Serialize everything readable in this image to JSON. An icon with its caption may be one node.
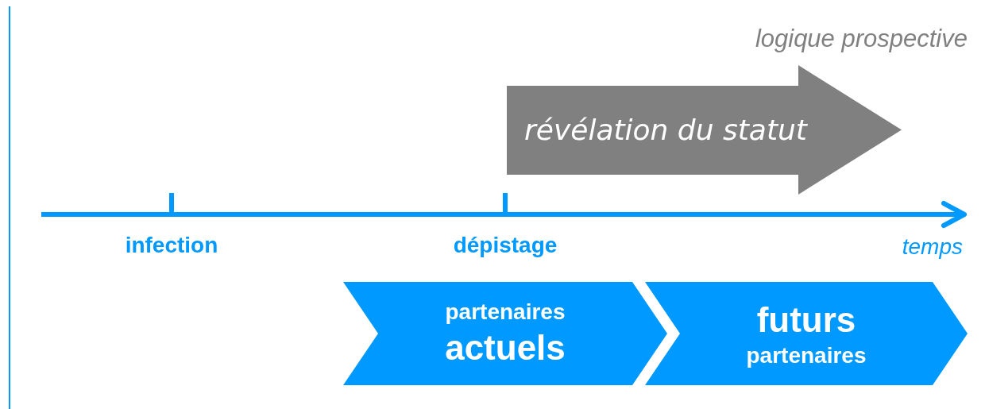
{
  "diagram": {
    "nodes": [
      {
        "text": [
          "révélation du statut"
        ]
      },
      {
        "text": [
          "partenaires",
          "actuels"
        ]
      },
      {
        "text": [
          "futurs",
          "partenaires"
        ]
      }
    ],
    "labels": [
      "logique prospective",
      "infection",
      "dépistage",
      "temps"
    ]
  }
}
